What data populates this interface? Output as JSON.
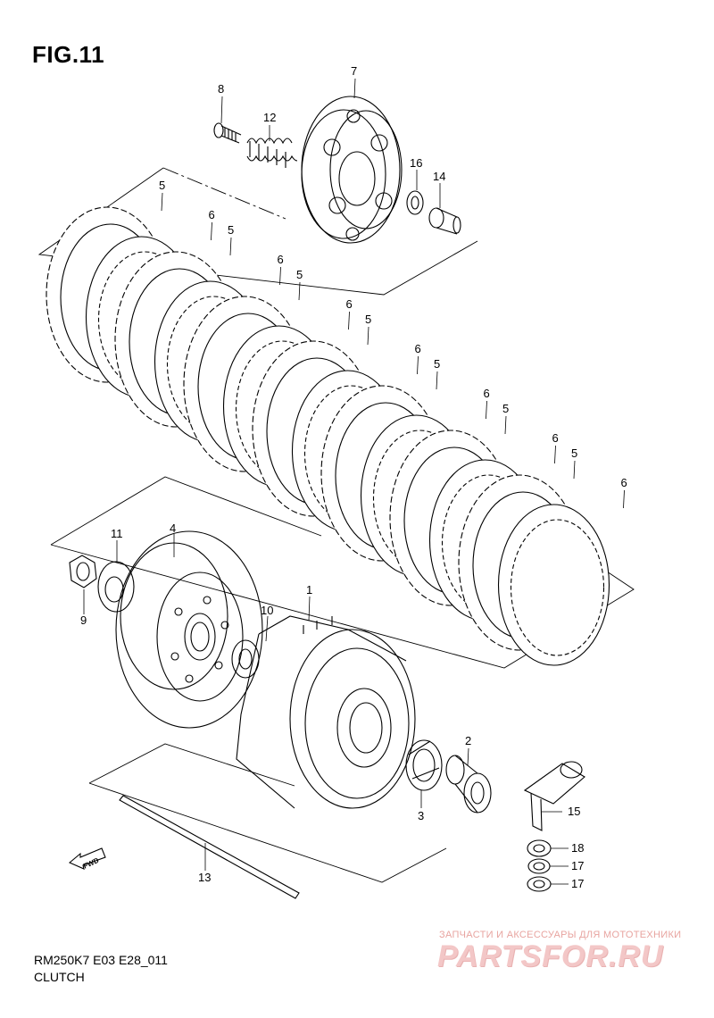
{
  "figure": {
    "title": "FIG.11",
    "model_code": "RM250K7 E03 E28_011",
    "section": "CLUTCH"
  },
  "direction_marker": "FWD",
  "parts": [
    {
      "ref": "1",
      "part": "clutch-housing"
    },
    {
      "ref": "2",
      "part": "spacer"
    },
    {
      "ref": "3",
      "part": "needle-bearing"
    },
    {
      "ref": "4",
      "part": "clutch-sleeve-hub"
    },
    {
      "ref": "5",
      "part": "drive-plate"
    },
    {
      "ref": "6",
      "part": "driven-plate"
    },
    {
      "ref": "7",
      "part": "pressure-plate"
    },
    {
      "ref": "8",
      "part": "bolt"
    },
    {
      "ref": "9",
      "part": "nut"
    },
    {
      "ref": "10",
      "part": "washer"
    },
    {
      "ref": "11",
      "part": "lock-washer"
    },
    {
      "ref": "12",
      "part": "spring"
    },
    {
      "ref": "13",
      "part": "push-rod"
    },
    {
      "ref": "14",
      "part": "push-piece"
    },
    {
      "ref": "15",
      "part": "release-camshaft"
    },
    {
      "ref": "16",
      "part": "bearing"
    },
    {
      "ref": "17",
      "part": "oil-seal"
    },
    {
      "ref": "18",
      "part": "bearing"
    }
  ],
  "watermark": {
    "caption": "ЗАПЧАСТИ И АКСЕССУАРЫ ДЛЯ МОТОТЕХНИКИ",
    "logo": "PARTSFOR.RU"
  }
}
